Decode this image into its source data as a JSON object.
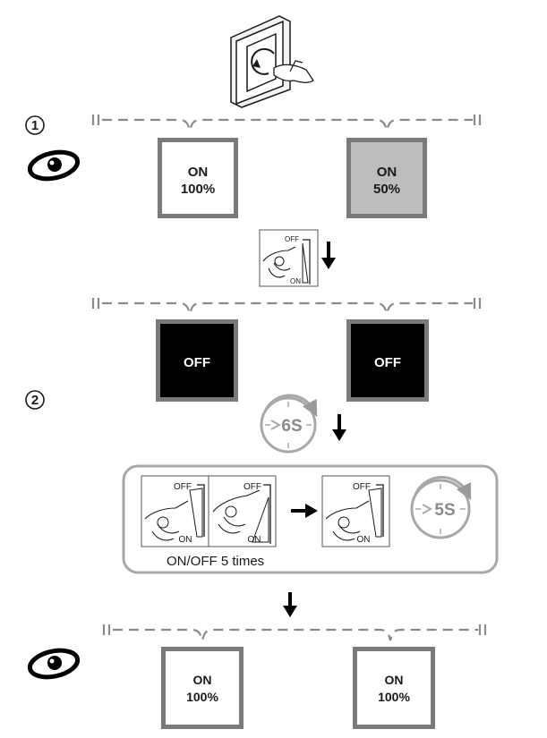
{
  "steps": [
    {
      "number": "1"
    },
    {
      "number": "2"
    }
  ],
  "row1": {
    "left": {
      "line1": "ON",
      "line2": "100%"
    },
    "right": {
      "line1": "ON",
      "line2": "50%"
    }
  },
  "switch_labels": {
    "off": "OFF",
    "on": "ON"
  },
  "row2": {
    "left": {
      "text": "OFF"
    },
    "right": {
      "text": "OFF"
    }
  },
  "timer_6s": "6S",
  "timer_5s": "5S",
  "box_caption": "ON/OFF 5 times",
  "row3": {
    "left": {
      "line1": "ON",
      "line2": "100%"
    },
    "right": {
      "line1": "ON",
      "line2": "100%"
    }
  },
  "icons": [
    "rotary-dimmer-icon",
    "eye-icon",
    "hand-switch-icon",
    "stopwatch-icon",
    "down-arrow-icon",
    "right-arrow-icon"
  ],
  "colors": {
    "ink": "#1a1a1a",
    "dash": "#8a8a8a",
    "lamp_on": "#ffffff",
    "lamp_dim": "#bdbdbd",
    "lamp_off": "#000000",
    "frame": "#7a7a7a",
    "timer": "#a8a8a8"
  }
}
